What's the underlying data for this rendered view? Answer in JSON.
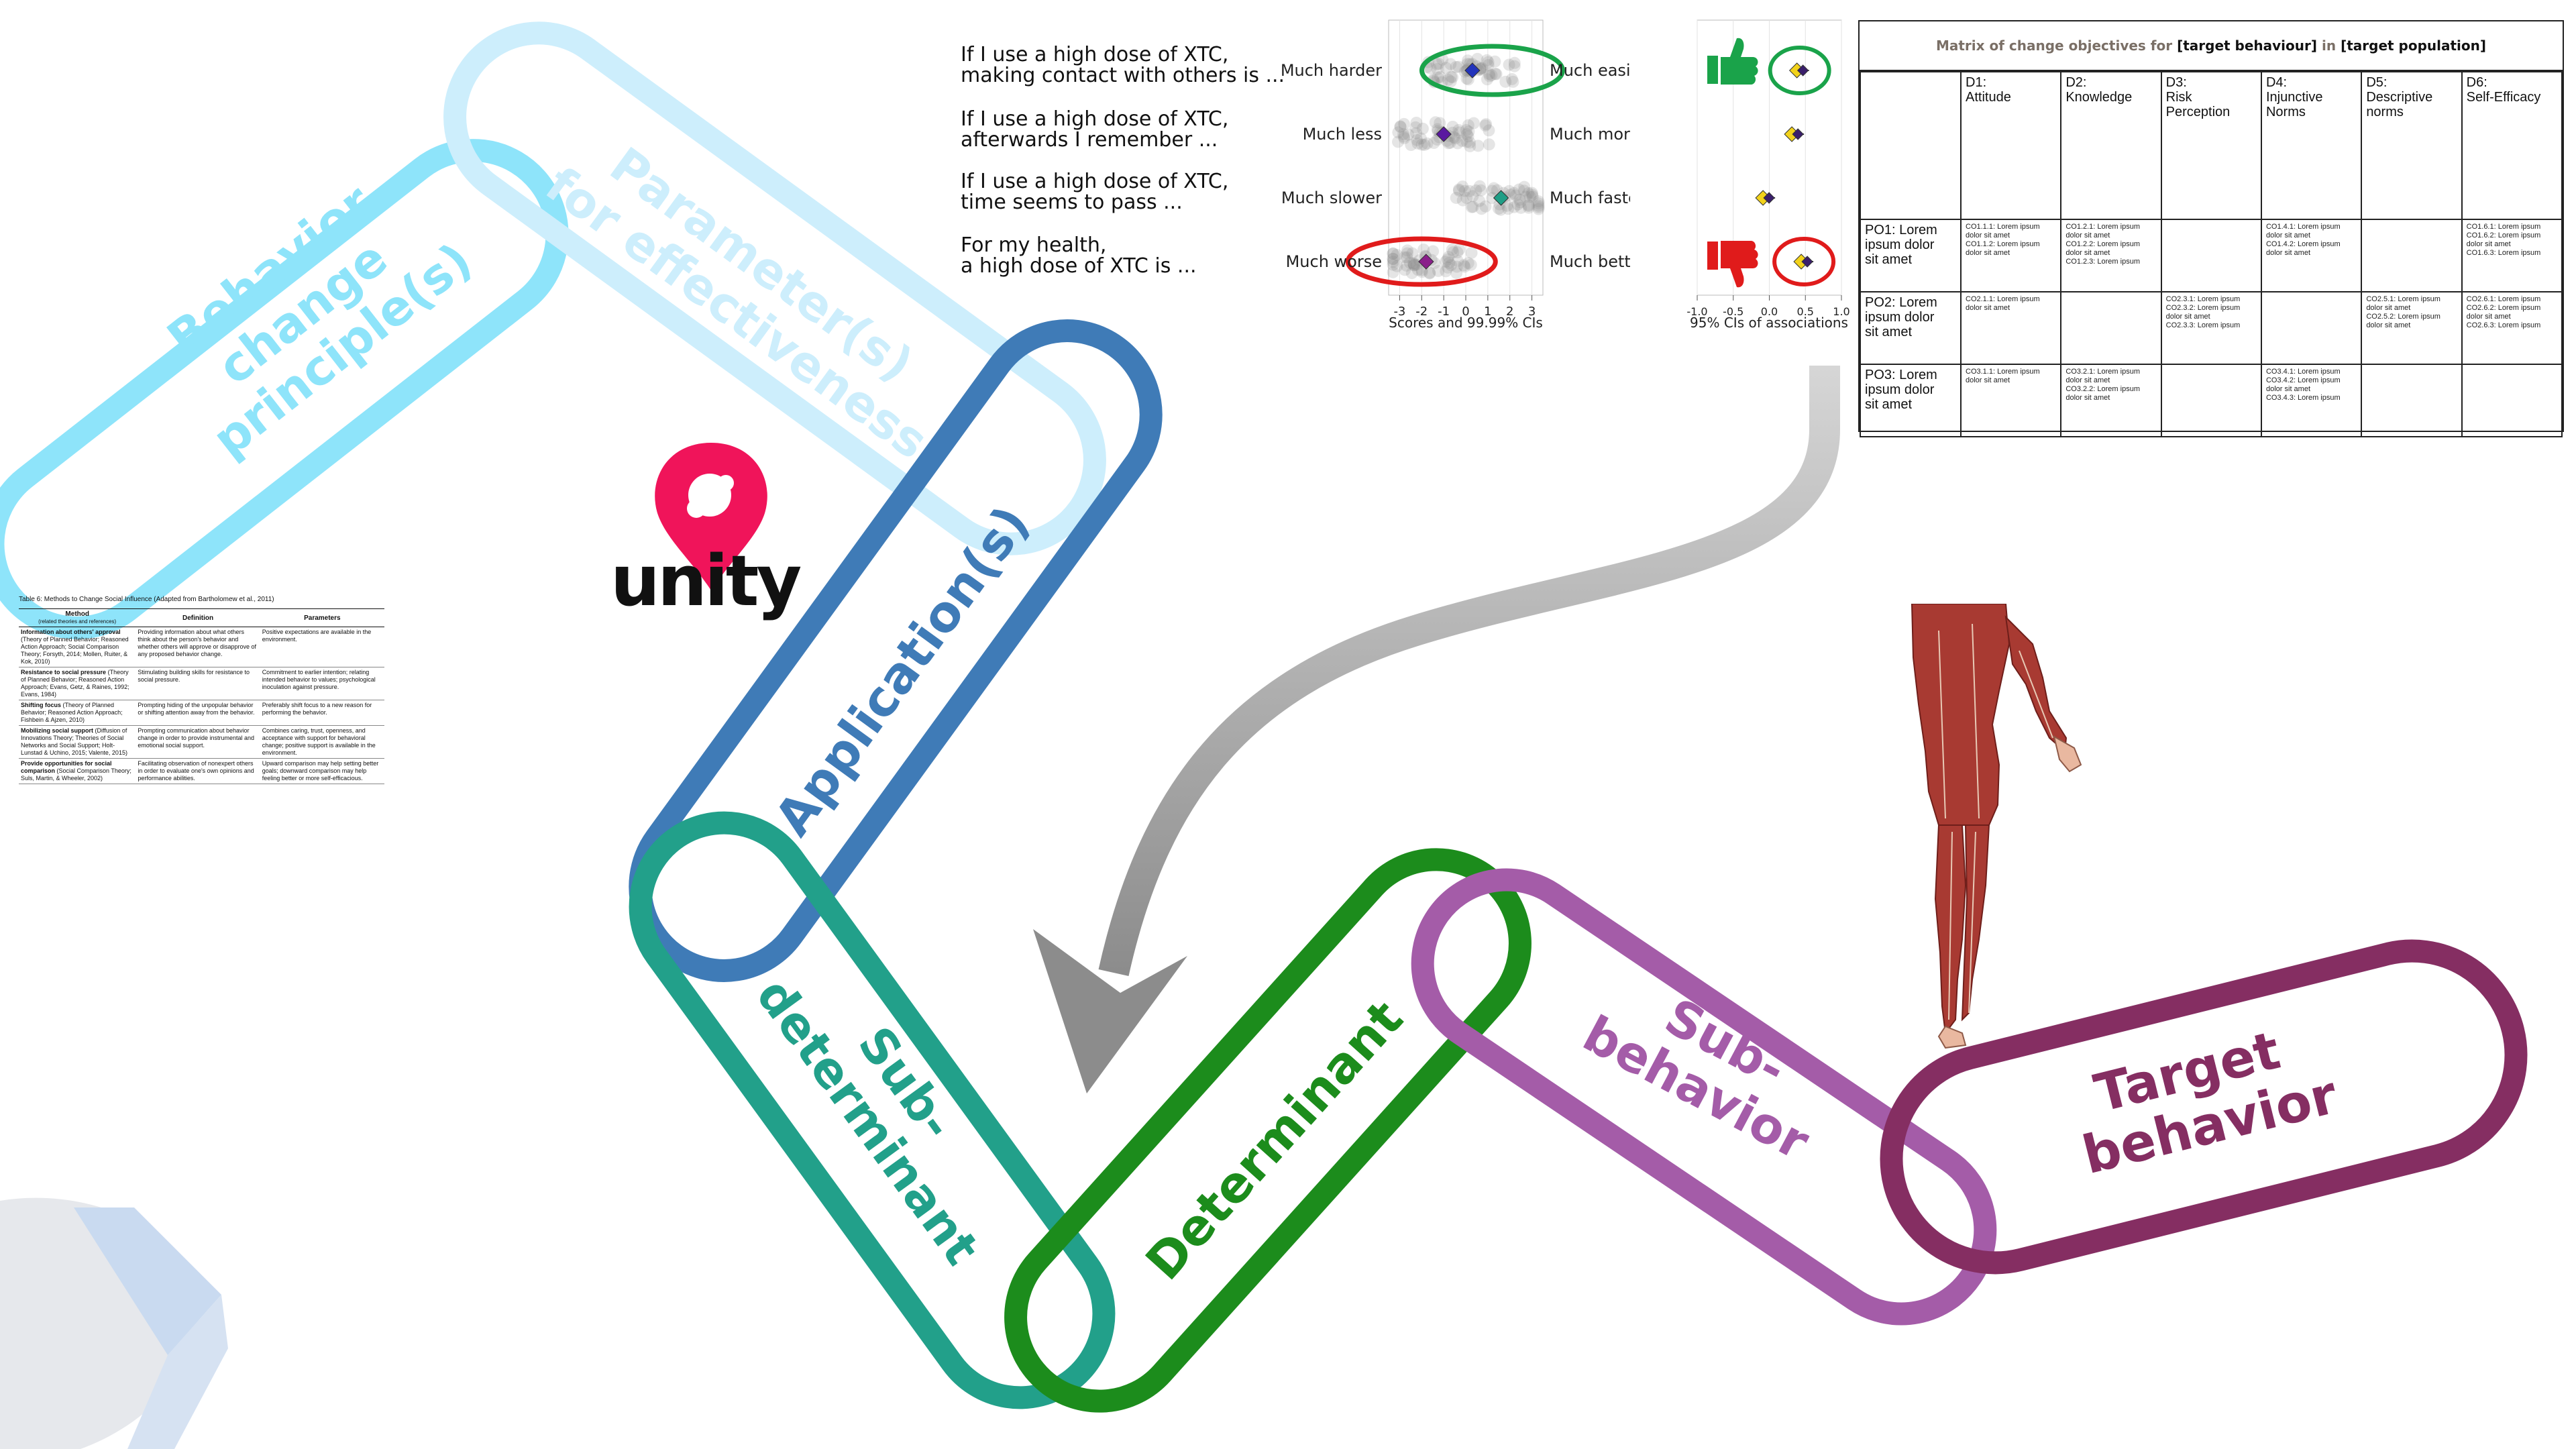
{
  "chain": {
    "links": [
      {
        "id": "behavior-change-principles",
        "lines": [
          "Behavior",
          "change",
          "principle(s)"
        ],
        "color": "#8ee4fa"
      },
      {
        "id": "parameters-for-effectiveness",
        "lines": [
          "Parameter(s)",
          "for effectiveness"
        ],
        "color": "#cdeefc"
      },
      {
        "id": "applications",
        "lines": [
          "Application(s)"
        ],
        "color": "#3f7bb7"
      },
      {
        "id": "sub-determinant",
        "lines": [
          "Sub-",
          "determinant"
        ],
        "color": "#22a08a"
      },
      {
        "id": "determinant",
        "lines": [
          "Determinant"
        ],
        "color": "#1c8c1c"
      },
      {
        "id": "sub-behavior",
        "lines": [
          "Sub-",
          "behavior"
        ],
        "color": "#a45ca8"
      },
      {
        "id": "target-behavior",
        "lines": [
          "Target",
          "behavior"
        ],
        "color": "#852e62"
      }
    ]
  },
  "logo": {
    "text": "unity",
    "pin_color": "#f0145a"
  },
  "questions": [
    "If I use a high dose of XTC,\nmaking contact with others is ...",
    "If I use a high dose of XTC,\nafterwards I remember ...",
    "If I use a high dose of XTC,\ntime seems to pass ...",
    "For my health,\na high dose of XTC is ..."
  ],
  "chart_data": [
    {
      "type": "scatter",
      "title": "",
      "xlabel": "Scores and 99.99% CIs",
      "xlim": [
        -3.5,
        3.5
      ],
      "x_ticks": [
        "-3",
        "-2",
        "-1",
        "0",
        "1",
        "2",
        "3"
      ],
      "categories_left": [
        "Much harder",
        "Much less",
        "Much slower",
        "Much worse"
      ],
      "categories_right": [
        "Much easier",
        "Much more",
        "Much faster",
        "Much better"
      ],
      "means": [
        {
          "item": "contact",
          "x": 0.3,
          "color": "#2233bb"
        },
        {
          "item": "remember",
          "x": -1.0,
          "color": "#5a18a0"
        },
        {
          "item": "time",
          "x": 1.6,
          "color": "#1f9e86"
        },
        {
          "item": "health",
          "x": -1.8,
          "color": "#8a1f8a"
        }
      ],
      "highlight_colors": {
        "positive": "#1aa34a",
        "negative": "#e01b1b"
      }
    },
    {
      "type": "scatter",
      "title": "",
      "xlabel": "95% CIs of associations",
      "xlim": [
        -1.0,
        1.0
      ],
      "x_ticks": [
        "-1.0",
        "-0.5",
        "0.0",
        "0.5",
        "1.0"
      ],
      "associations": [
        {
          "item": "contact",
          "x": 0.42
        },
        {
          "item": "remember",
          "x": 0.35
        },
        {
          "item": "time",
          "x": -0.05
        },
        {
          "item": "health",
          "x": 0.48
        }
      ],
      "icons": {
        "top": "thumbs-up-icon",
        "bottom": "thumbs-down-icon"
      }
    }
  ],
  "matrix": {
    "title_pre": "Matrix of change objectives for ",
    "title_target": "[target behaviour]",
    "title_mid": " in ",
    "title_pop": "[target population]",
    "headers": [
      "",
      "D1:\nAttitude",
      "D2:\nKnowledge",
      "D3:\nRisk\nPerception",
      "D4:\nInjunctive\nNorms",
      "D5:\nDescriptive\nnorms",
      "D6:\nSelf-Efficacy"
    ],
    "rows": [
      {
        "po": "PO1: Lorem\nipsum dolor\nsit amet",
        "cells": [
          "CO1.1.1: Lorem ipsum dolor sit amet\nCO1.1.2: Lorem ipsum dolor sit amet",
          "CO1.2.1: Lorem ipsum dolor sit amet\nCO1.2.2: Lorem ipsum dolor sit amet\nCO1.2.3: Lorem ipsum",
          "",
          "CO1.4.1: Lorem ipsum dolor sit amet\nCO1.4.2: Lorem ipsum dolor sit amet",
          "",
          "CO1.6.1: Lorem ipsum\nCO1.6.2: Lorem ipsum dolor sit amet\nCO1.6.3: Lorem ipsum"
        ]
      },
      {
        "po": "PO2: Lorem\nipsum dolor\nsit amet",
        "cells": [
          "CO2.1.1: Lorem ipsum dolor sit amet",
          "",
          "CO2.3.1: Lorem ipsum\nCO2.3.2: Lorem ipsum dolor sit amet\nCO2.3.3: Lorem ipsum",
          "",
          "CO2.5.1: Lorem ipsum dolor sit amet\nCO2.5.2: Lorem ipsum dolor sit amet",
          "CO2.6.1: Lorem ipsum\nCO2.6.2: Lorem ipsum dolor sit amet\nCO2.6.3: Lorem ipsum"
        ]
      },
      {
        "po": "PO3: Lorem\nipsum dolor\nsit amet",
        "cells": [
          "CO3.1.1: Lorem ipsum dolor sit amet",
          "CO3.2.1: Lorem ipsum dolor sit amet\nCO3.2.2: Lorem ipsum dolor sit amet",
          "",
          "CO3.4.1: Lorem ipsum\nCO3.4.2: Lorem ipsum dolor sit amet\nCO3.4.3: Lorem ipsum",
          "",
          ""
        ]
      }
    ]
  },
  "table6": {
    "caption": "Table 6: Methods to Change Social Influence (Adapted from Bartholomew et al., 2011)",
    "headers": [
      "Method",
      "Definition",
      "Parameters"
    ],
    "header_sub": "(related theories and references)",
    "rows": [
      {
        "method": "Information about others' approval",
        "method_sub": "(Theory of Planned Behavior; Reasoned Action Approach; Social Comparison Theory; Forsyth, 2014; Mollen, Ruiter, & Kok, 2010)",
        "definition": "Providing information about what others think about the person's behavior and whether others will approve or disapprove of any proposed behavior change.",
        "parameters": "Positive expectations are available in the environment."
      },
      {
        "method": "Resistance to social pressure",
        "method_sub": "(Theory of Planned Behavior; Reasoned Action Approach; Evans, Getz, & Raines, 1992; Evans, 1984)",
        "definition": "Stimulating building skills for resistance to social pressure.",
        "parameters": "Commitment to earlier intention; relating intended behavior to values; psychological inoculation against pressure."
      },
      {
        "method": "Shifting focus",
        "method_sub": "(Theory of Planned Behavior; Reasoned Action Approach; Fishbein & Ajzen, 2010)",
        "definition": "Prompting hiding of the unpopular behavior or shifting attention away from the behavior.",
        "parameters": "Preferably shift focus to a new reason for performing the behavior."
      },
      {
        "method": "Mobilizing social support",
        "method_sub": "(Diffusion of Innovations Theory; Theories of Social Networks and Social Support; Holt-Lunstad & Uchino, 2015; Valente, 2015)",
        "definition": "Prompting communication about behavior change in order to provide instrumental and emotional social support.",
        "parameters": "Combines caring, trust, openness, and acceptance with support for behavioral change; positive support is available in the environment."
      },
      {
        "method": "Provide opportunities for social comparison",
        "method_sub": "(Social Comparison Theory; Suls, Martin, & Wheeler, 2002)",
        "definition": "Facilitating observation of nonexpert others in order to evaluate one's own opinions and performance abilities.",
        "parameters": "Upward comparison may help setting better goals; downward comparison may help feeling better or more self-efficacious."
      }
    ]
  }
}
